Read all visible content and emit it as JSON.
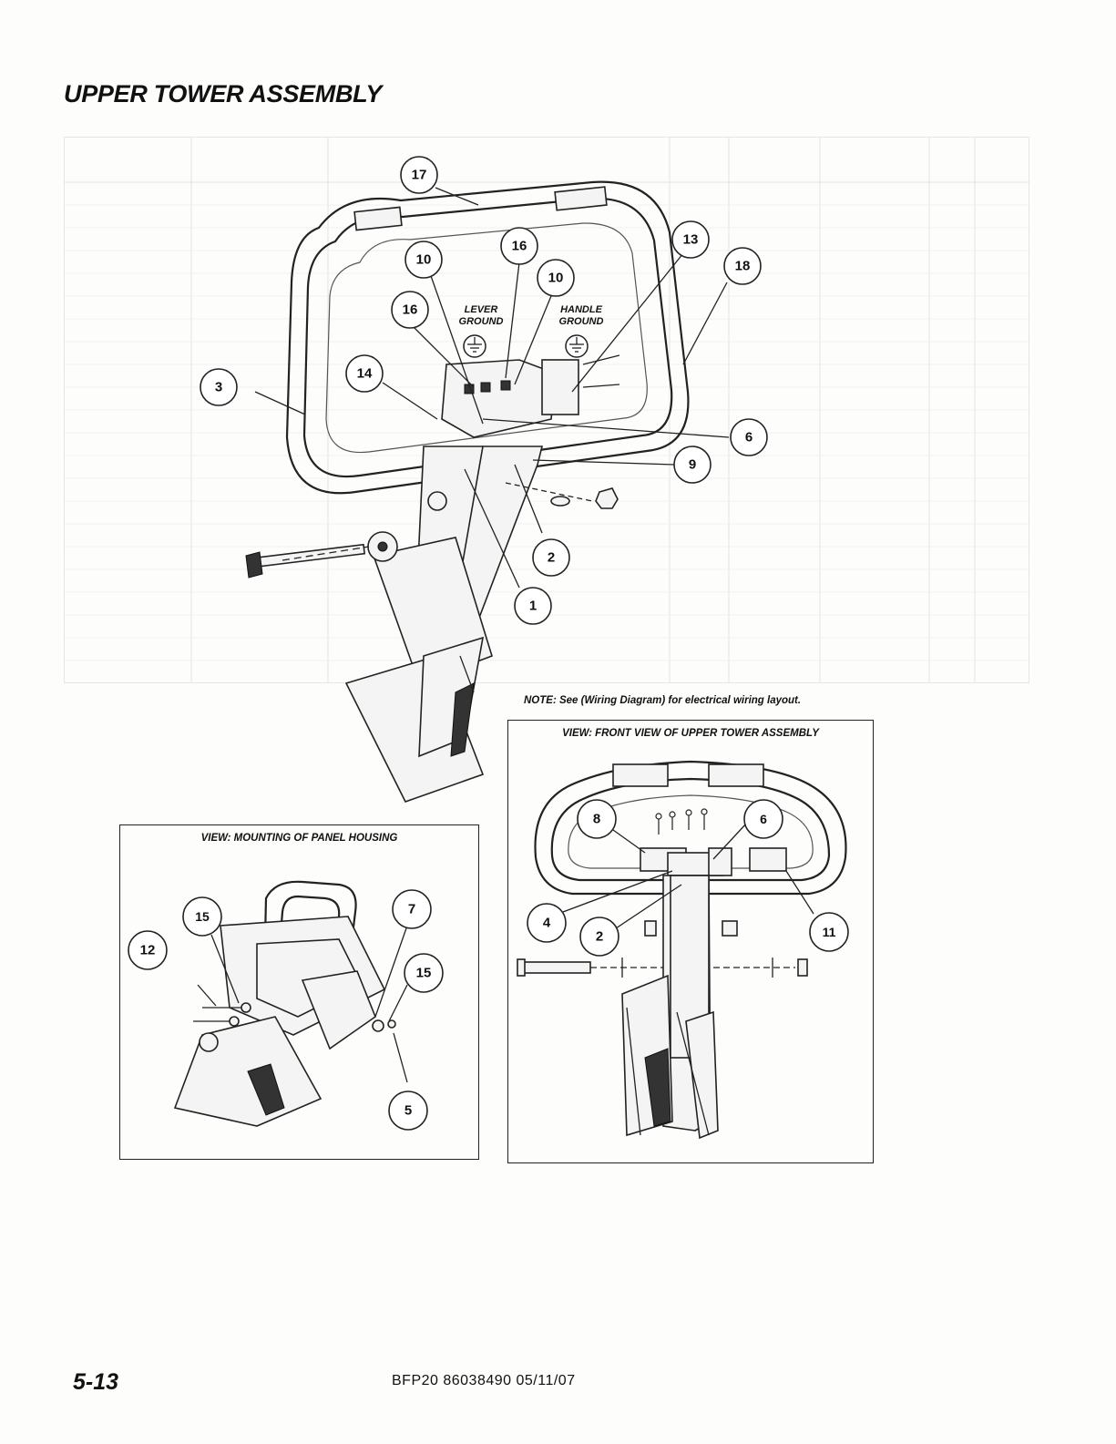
{
  "title": "UPPER TOWER ASSEMBLY",
  "main_view": {
    "callouts": [
      "17",
      "16",
      "13",
      "18",
      "10",
      "10",
      "16",
      "3",
      "14",
      "6",
      "9",
      "2",
      "1"
    ],
    "lever_ground": "LEVER\nGROUND",
    "lever_ground_l1": "LEVER",
    "lever_ground_l2": "GROUND",
    "handle_ground_l1": "HANDLE",
    "handle_ground_l2": "GROUND"
  },
  "note": "NOTE: See (Wiring Diagram) for electrical wiring layout.",
  "panel_housing_view": {
    "title": "VIEW: MOUNTING OF PANEL HOUSING",
    "callouts": [
      "15",
      "7",
      "12",
      "15",
      "5"
    ]
  },
  "front_view": {
    "title": "VIEW: FRONT VIEW OF UPPER TOWER ASSEMBLY",
    "callouts": [
      "8",
      "6",
      "4",
      "2",
      "11"
    ]
  },
  "footer": {
    "page_number": "5-13",
    "doc_ref": "BFP20 86038490 05/11/07"
  }
}
